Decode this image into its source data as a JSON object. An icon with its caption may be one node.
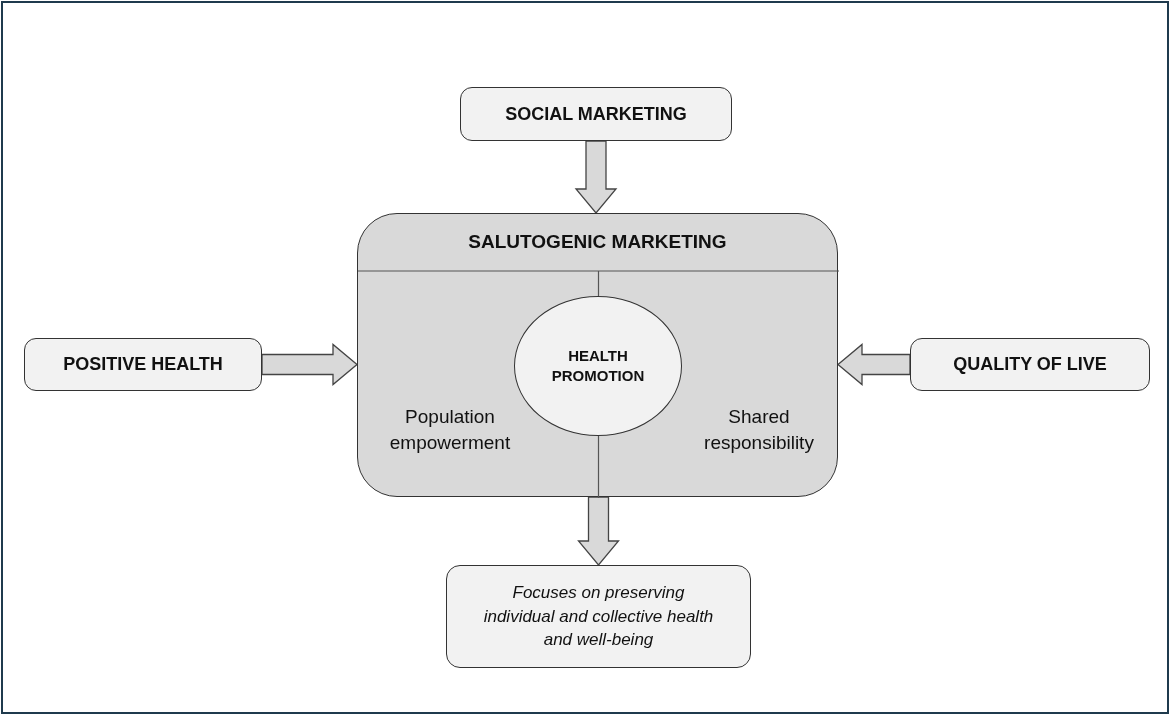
{
  "diagram": {
    "nodes": [
      {
        "text": [
          "SOCIAL MARKETING"
        ]
      },
      {
        "text": [
          "SALUTOGENIC MARKETING",
          "Population empowerment",
          "Shared responsibility"
        ]
      },
      {
        "text": [
          "HEALTH PROMOTION"
        ],
        "in": 1
      },
      {
        "text": [
          "POSITIVE HEALTH"
        ]
      },
      {
        "text": [
          "QUALITY OF LIVE"
        ]
      },
      {
        "text": [
          "Focuses on preserving individual and collective health and well-being"
        ]
      }
    ],
    "edges": [
      {
        "from": 0,
        "to": 1,
        "arrow": "to"
      },
      {
        "from": 3,
        "to": 1,
        "arrow": "to"
      },
      {
        "from": 4,
        "to": 1,
        "arrow": "to"
      },
      {
        "from": 1,
        "to": 5,
        "arrow": "to"
      }
    ]
  }
}
